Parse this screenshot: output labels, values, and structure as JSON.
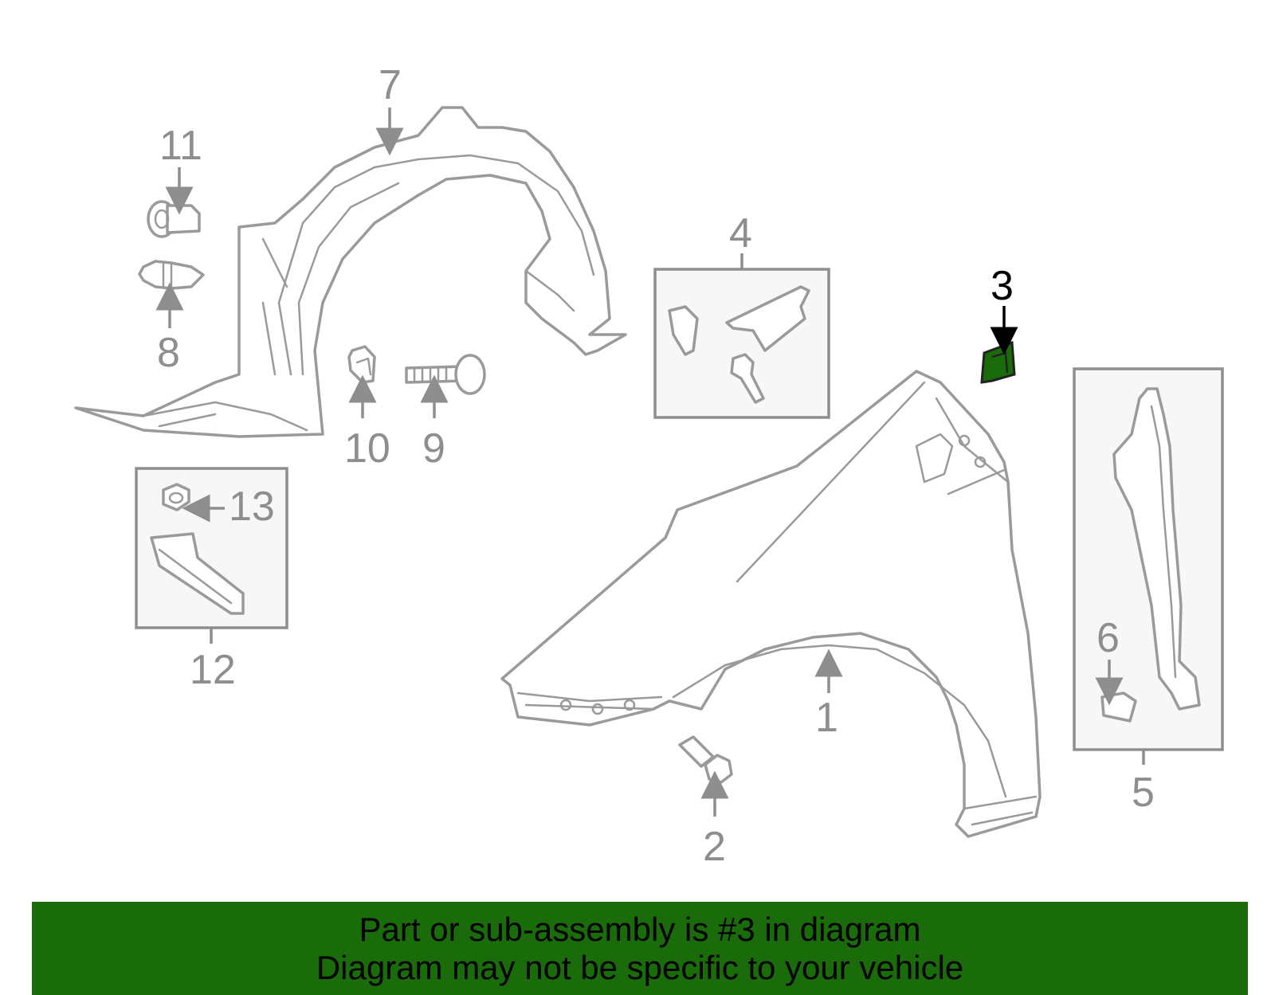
{
  "diagram": {
    "highlight_color": "#1a6b09",
    "labels": {
      "p1": "1",
      "p2": "2",
      "p3": "3",
      "p4": "4",
      "p5": "5",
      "p6": "6",
      "p7": "7",
      "p8": "8",
      "p9": "9",
      "p10": "10",
      "p11": "11",
      "p12": "12",
      "p13": "13"
    },
    "highlighted_part": "3"
  },
  "banner": {
    "line1": "Part or sub-assembly is #3 in diagram",
    "line2": "Diagram may not be specific to your vehicle",
    "background": "#1a6b09"
  }
}
